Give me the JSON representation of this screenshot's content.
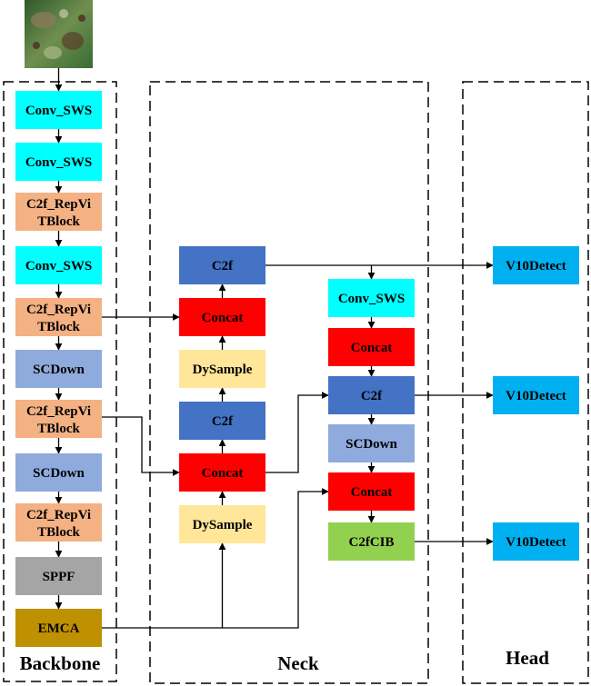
{
  "colors": {
    "conv_sws": "#00ffff",
    "c2f_repvit": "#f4b183",
    "scdown": "#8faadc",
    "sppf": "#a5a5a5",
    "emca": "#bf9000",
    "c2f": "#4472c4",
    "concat": "#ff0000",
    "dysample": "#ffe699",
    "c2fcib": "#92d050",
    "v10detect": "#00b0f0"
  },
  "icons": {
    "input": "leaf-image-icon"
  },
  "sections": {
    "backbone": "Backbone",
    "neck": "Neck",
    "head": "Head"
  },
  "backbone": [
    {
      "line1": "Conv_SWS",
      "line2": "",
      "color": "conv_sws"
    },
    {
      "line1": "Conv_SWS",
      "line2": "",
      "color": "conv_sws"
    },
    {
      "line1": "C2f_RepVi",
      "line2": "TBlock",
      "color": "c2f_repvit"
    },
    {
      "line1": "Conv_SWS",
      "line2": "",
      "color": "conv_sws"
    },
    {
      "line1": "C2f_RepVi",
      "line2": "TBlock",
      "color": "c2f_repvit"
    },
    {
      "line1": "SCDown",
      "line2": "",
      "color": "scdown"
    },
    {
      "line1": "C2f_RepVi",
      "line2": "TBlock",
      "color": "c2f_repvit"
    },
    {
      "line1": "SCDown",
      "line2": "",
      "color": "scdown"
    },
    {
      "line1": "C2f_RepVi",
      "line2": "TBlock",
      "color": "c2f_repvit"
    },
    {
      "line1": "SPPF",
      "line2": "",
      "color": "sppf"
    },
    {
      "line1": "EMCA",
      "line2": "",
      "color": "emca"
    }
  ],
  "neck_left": [
    {
      "label": "C2f",
      "color": "c2f"
    },
    {
      "label": "Concat",
      "color": "concat"
    },
    {
      "label": "DySample",
      "color": "dysample"
    },
    {
      "label": "C2f",
      "color": "c2f"
    },
    {
      "label": "Concat",
      "color": "concat"
    },
    {
      "label": "DySample",
      "color": "dysample"
    }
  ],
  "neck_right": [
    {
      "label": "Conv_SWS",
      "color": "conv_sws"
    },
    {
      "label": "Concat",
      "color": "concat"
    },
    {
      "label": "C2f",
      "color": "c2f"
    },
    {
      "label": "SCDown",
      "color": "scdown"
    },
    {
      "label": "Concat",
      "color": "concat"
    },
    {
      "label": "C2fCIB",
      "color": "c2fcib"
    }
  ],
  "head": [
    {
      "label": "V10Detect",
      "color": "v10detect"
    },
    {
      "label": "V10Detect",
      "color": "v10detect"
    },
    {
      "label": "V10Detect",
      "color": "v10detect"
    }
  ]
}
